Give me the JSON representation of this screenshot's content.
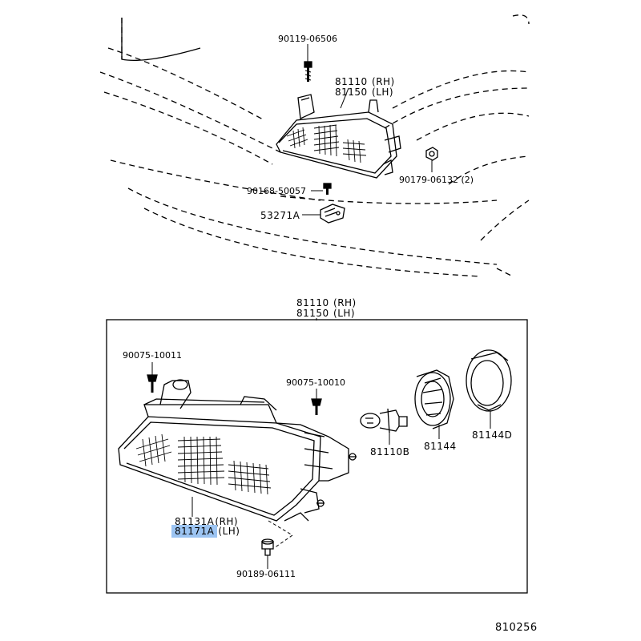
{
  "colors": {
    "line": "#000000",
    "highlight": "#9cc4f2",
    "background": "#ffffff"
  },
  "upper": {
    "bolt_top": "90119-06506",
    "headlamp_rh": {
      "code": "81110",
      "side": "(RH)"
    },
    "headlamp_lh": {
      "code": "81150",
      "side": "(LH)"
    },
    "nut": "90179-06132 (2)",
    "screw": "90168-50057",
    "bracket": "53271A"
  },
  "lower": {
    "assembly_rh": {
      "code": "81110",
      "side": "(RH)"
    },
    "assembly_lh": {
      "code": "81150",
      "side": "(LH)"
    },
    "clip_left": "90075-10011",
    "clip_mid": "90075-10010",
    "bulb": "81110B",
    "socket": "81144",
    "cover": "81144D",
    "lens_rh": {
      "code": "81131A",
      "side": "(RH)"
    },
    "lens_lh": {
      "code": "81171A",
      "side": "(LH)"
    },
    "grommet": "90189-06111"
  },
  "figure_number": "810256"
}
